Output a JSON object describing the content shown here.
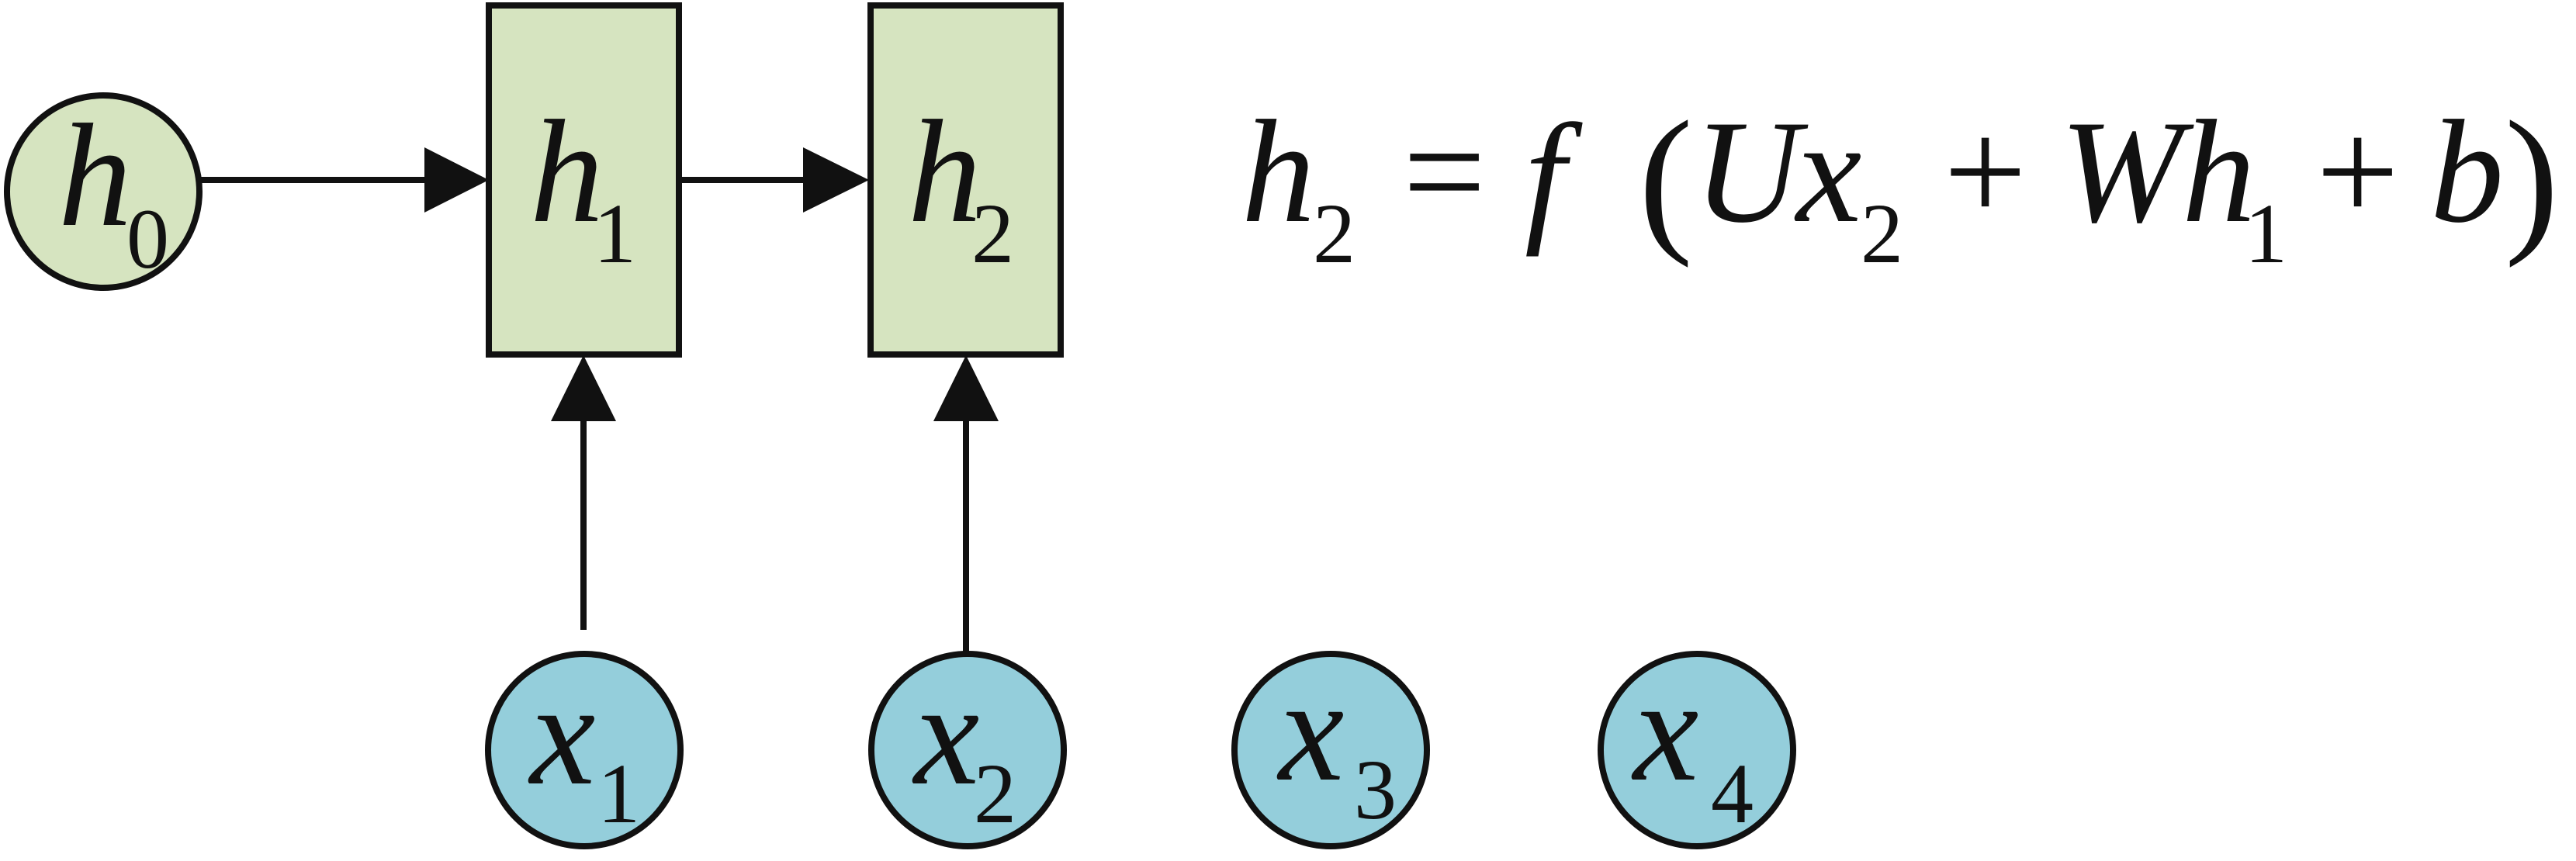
{
  "colors": {
    "hidden_fill": "#d6e4c0",
    "input_fill": "#94cedb",
    "stroke": "#111111"
  },
  "nodes": {
    "h0": {
      "var": "h",
      "sub": "0"
    },
    "h1": {
      "var": "h",
      "sub": "1"
    },
    "h2": {
      "var": "h",
      "sub": "2"
    },
    "x1": {
      "var": "x",
      "sub": "1"
    },
    "x2": {
      "var": "x",
      "sub": "2"
    },
    "x3": {
      "var": "x",
      "sub": "3"
    },
    "x4": {
      "var": "x",
      "sub": "4"
    }
  },
  "equation": {
    "lhs_var": "h",
    "lhs_sub": "2",
    "equals": "=",
    "func": "f",
    "open_paren": "(",
    "u": "U",
    "x_var": "x",
    "x_sub": "2",
    "plus1": "+",
    "w": "W",
    "h_var": "h",
    "h_sub": "1",
    "plus2": "+",
    "b": "b",
    "close_paren": ")"
  }
}
